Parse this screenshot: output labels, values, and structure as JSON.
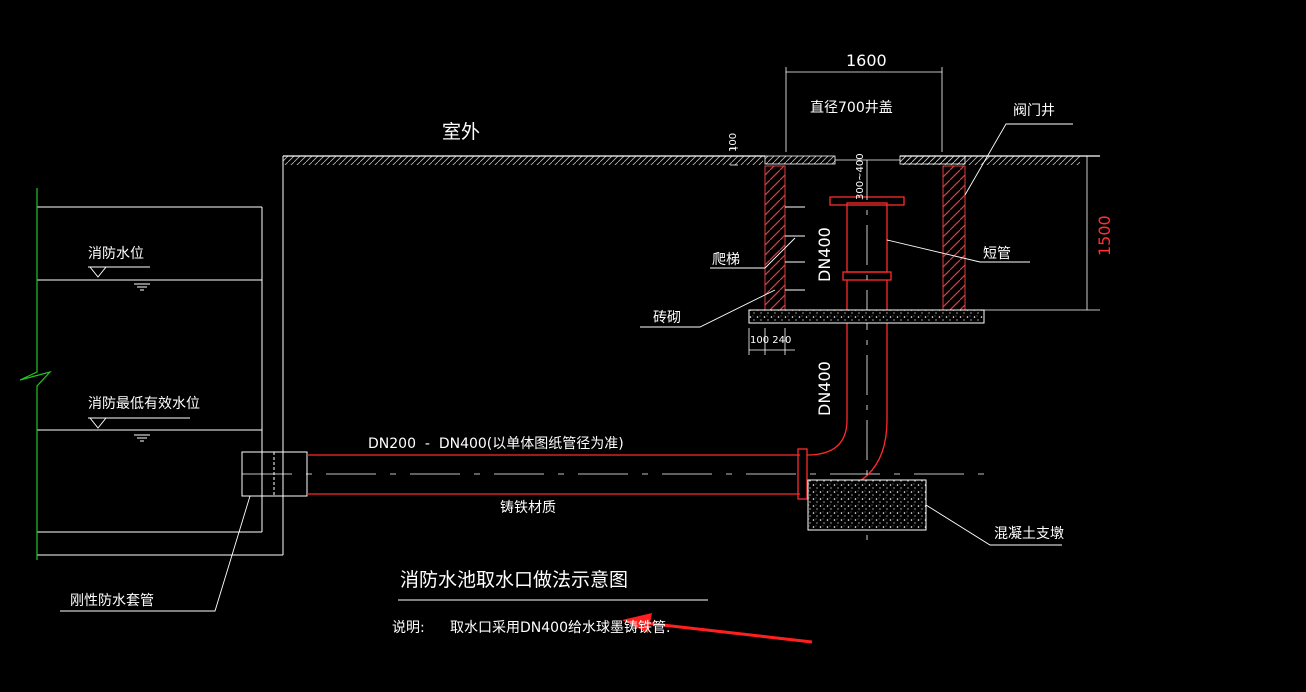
{
  "drawing": {
    "outdoor": "室外",
    "fire_water_level": "消防水位",
    "min_effective_level": "消防最低有效水位",
    "pipe_spec": "DN200  -  DN400(以单体图纸管径为准)",
    "pipe_material": "铸铁材质",
    "rigid_sleeve": "刚性防水套管",
    "dim_1600": "1600",
    "manhole_cover": "直径700井盖",
    "valve_well": "阀门井",
    "dim_100": "100",
    "dim_300_400": "300~400",
    "dim_1500": "1500",
    "short_pipe": "短管",
    "ladder": "爬梯",
    "dn400_upper": "DN400",
    "brick": "砖砌",
    "dim_100_240": "100 240",
    "dn400_lower": "DN400",
    "concrete_pier": "混凝土支墩",
    "title": "消防水池取水口做法示意图",
    "note_label": "说明:",
    "note_text": "取水口采用DN400给水球墨铸铁管."
  },
  "colors": {
    "background": "#000000",
    "line_white": "#ffffff",
    "line_red": "#ff2a2a",
    "line_green": "#22c422",
    "hatch_red": "#e03c3c",
    "arrow_red": "#ff1f1f",
    "dim_red": "#ff3030"
  }
}
